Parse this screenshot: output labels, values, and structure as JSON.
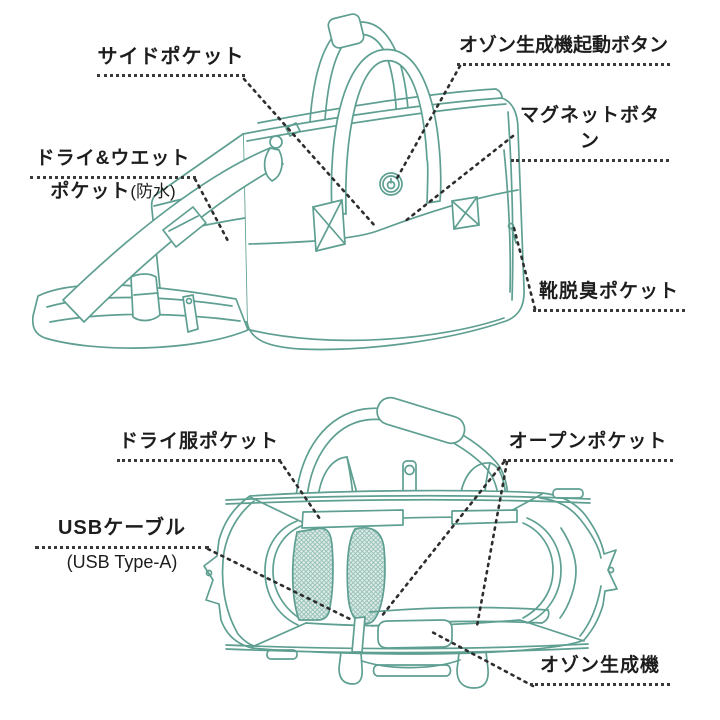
{
  "colors": {
    "line": "#5e9f92",
    "leader": "#2d2d2d",
    "text": "#1d1d1d",
    "mesh": "#dcebe7"
  },
  "labels": {
    "side_pocket": "サイドポケット",
    "ozone_button": "オゾン生成機起動ボタン",
    "magnet_button": "マグネットボタン",
    "dry_wet_line1": "ドライ&ウエット",
    "dry_wet_line2_main": "ポケット",
    "dry_wet_line2_note": "(防水)",
    "shoe_pocket": "靴脱臭ポケット",
    "dry_clothes_pocket": "ドライ服ポケット",
    "open_pocket": "オープンポケット",
    "usb_cable": "USBケーブル",
    "usb_type": "(USB Type-A)",
    "ozone_generator": "オゾン生成機"
  }
}
